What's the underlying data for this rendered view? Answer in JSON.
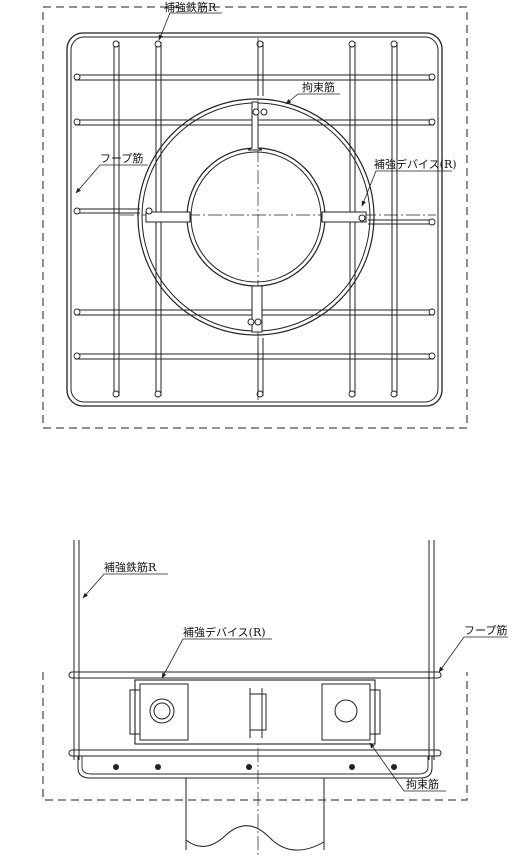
{
  "plan_view": {
    "labels": {
      "reinforcing_bar_r": "補強鉄筋R",
      "restraint_bar": "拘束筋",
      "hoop_bar": "フープ筋",
      "reinforcing_device_r": "補強デバイス(R)"
    }
  },
  "elevation_view": {
    "labels": {
      "reinforcing_bar_r": "補強鉄筋R",
      "reinforcing_device_r": "補強デバイス(R)",
      "hoop_bar": "フープ筋",
      "restraint_bar": "拘束筋"
    }
  },
  "colors": {
    "line": "#222222",
    "background": "#ffffff"
  }
}
